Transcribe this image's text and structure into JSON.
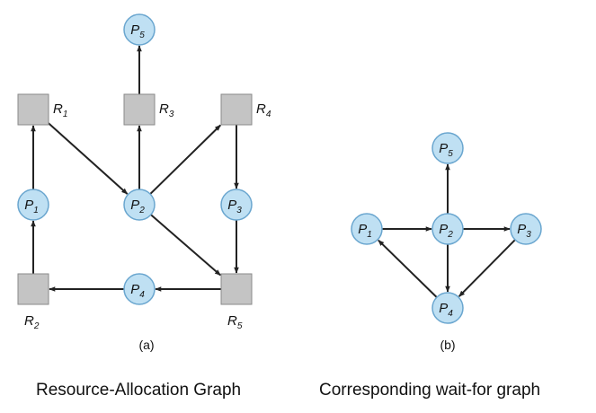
{
  "diagram_a": {
    "caption": "(a)",
    "title": "Resource-Allocation Graph",
    "processes": [
      {
        "id": "P5",
        "letter": "P",
        "sub": "5"
      },
      {
        "id": "P1",
        "letter": "P",
        "sub": "1"
      },
      {
        "id": "P2",
        "letter": "P",
        "sub": "2"
      },
      {
        "id": "P3",
        "letter": "P",
        "sub": "3"
      },
      {
        "id": "P4",
        "letter": "P",
        "sub": "4"
      }
    ],
    "resources": [
      {
        "id": "R1",
        "letter": "R",
        "sub": "1"
      },
      {
        "id": "R3",
        "letter": "R",
        "sub": "3"
      },
      {
        "id": "R4",
        "letter": "R",
        "sub": "4"
      },
      {
        "id": "R2",
        "letter": "R",
        "sub": "2"
      },
      {
        "id": "R5",
        "letter": "R",
        "sub": "5"
      }
    ],
    "edges": [
      {
        "from": "R3",
        "to": "P5"
      },
      {
        "from": "P1",
        "to": "R1"
      },
      {
        "from": "R1",
        "to": "P2"
      },
      {
        "from": "P2",
        "to": "R3"
      },
      {
        "from": "P2",
        "to": "R4"
      },
      {
        "from": "R4",
        "to": "P3"
      },
      {
        "from": "P2",
        "to": "R5"
      },
      {
        "from": "P3",
        "to": "R5"
      },
      {
        "from": "R5",
        "to": "P4"
      },
      {
        "from": "P4",
        "to": "R2"
      },
      {
        "from": "R2",
        "to": "P1"
      }
    ]
  },
  "diagram_b": {
    "caption": "(b)",
    "title": "Corresponding wait-for graph",
    "processes": [
      {
        "id": "P5",
        "letter": "P",
        "sub": "5"
      },
      {
        "id": "P1",
        "letter": "P",
        "sub": "1"
      },
      {
        "id": "P2",
        "letter": "P",
        "sub": "2"
      },
      {
        "id": "P3",
        "letter": "P",
        "sub": "3"
      },
      {
        "id": "P4",
        "letter": "P",
        "sub": "4"
      }
    ],
    "edges": [
      {
        "from": "P1",
        "to": "P2"
      },
      {
        "from": "P2",
        "to": "P5"
      },
      {
        "from": "P2",
        "to": "P3"
      },
      {
        "from": "P2",
        "to": "P4"
      },
      {
        "from": "P3",
        "to": "P4"
      },
      {
        "from": "P4",
        "to": "P1"
      }
    ]
  }
}
